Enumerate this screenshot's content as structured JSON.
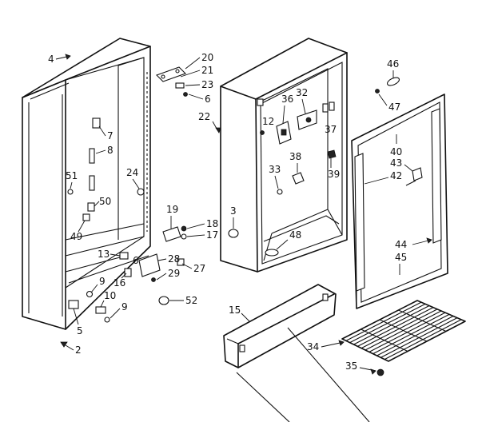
{
  "diagram": {
    "callouts": [
      {
        "id": "p4",
        "label": "4"
      },
      {
        "id": "p20",
        "label": "20"
      },
      {
        "id": "p21",
        "label": "21"
      },
      {
        "id": "p23",
        "label": "23"
      },
      {
        "id": "p6a",
        "label": "6"
      },
      {
        "id": "p7",
        "label": "7"
      },
      {
        "id": "p8",
        "label": "8"
      },
      {
        "id": "p51",
        "label": "51"
      },
      {
        "id": "p24",
        "label": "24"
      },
      {
        "id": "p50",
        "label": "50"
      },
      {
        "id": "p49",
        "label": "49"
      },
      {
        "id": "p19",
        "label": "19"
      },
      {
        "id": "p18",
        "label": "18"
      },
      {
        "id": "p17",
        "label": "17"
      },
      {
        "id": "p13",
        "label": "13"
      },
      {
        "id": "p28",
        "label": "28"
      },
      {
        "id": "p27",
        "label": "27"
      },
      {
        "id": "p6b",
        "label": "6"
      },
      {
        "id": "p16",
        "label": "16"
      },
      {
        "id": "p29",
        "label": "29"
      },
      {
        "id": "p9a",
        "label": "9"
      },
      {
        "id": "p10",
        "label": "10"
      },
      {
        "id": "p9b",
        "label": "9"
      },
      {
        "id": "p52",
        "label": "52"
      },
      {
        "id": "p5",
        "label": "5"
      },
      {
        "id": "p2",
        "label": "2"
      },
      {
        "id": "p22",
        "label": "22"
      },
      {
        "id": "p12",
        "label": "12"
      },
      {
        "id": "p36",
        "label": "36"
      },
      {
        "id": "p32",
        "label": "32"
      },
      {
        "id": "p37",
        "label": "37"
      },
      {
        "id": "p38",
        "label": "38"
      },
      {
        "id": "p33",
        "label": "33"
      },
      {
        "id": "p39",
        "label": "39"
      },
      {
        "id": "p3",
        "label": "3"
      },
      {
        "id": "p48",
        "label": "48"
      },
      {
        "id": "p46",
        "label": "46"
      },
      {
        "id": "p47",
        "label": "47"
      },
      {
        "id": "p40",
        "label": "40"
      },
      {
        "id": "p43",
        "label": "43"
      },
      {
        "id": "p42",
        "label": "42"
      },
      {
        "id": "p44",
        "label": "44"
      },
      {
        "id": "p45",
        "label": "45"
      },
      {
        "id": "p15",
        "label": "15"
      },
      {
        "id": "p34",
        "label": "34"
      },
      {
        "id": "p35",
        "label": "35"
      }
    ]
  }
}
